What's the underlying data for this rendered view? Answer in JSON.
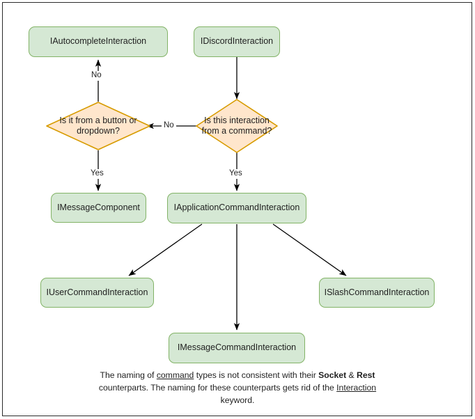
{
  "diagram": {
    "type": "flowchart",
    "title": "Discord interaction type hierarchy decision flow",
    "colors": {
      "box_fill": "#d5e8d4",
      "box_stroke": "#82b366",
      "diamond_fill": "#ffe6cc",
      "diamond_stroke": "#d79b00",
      "edge_stroke": "#000000",
      "canvas_background": "#ffffff",
      "frame_stroke": "#2b2b2b",
      "text": "#1f1f1f"
    },
    "nodes": [
      {
        "id": "autocomplete",
        "shape": "rounded-rect",
        "label": "IAutocompleteInteraction"
      },
      {
        "id": "discord",
        "shape": "rounded-rect",
        "label": "IDiscordInteraction"
      },
      {
        "id": "button_q",
        "shape": "diamond",
        "label": "Is it from a button or dropdown?"
      },
      {
        "id": "command_q",
        "shape": "diamond",
        "label": "Is this interaction from a command?"
      },
      {
        "id": "messagecomp",
        "shape": "rounded-rect",
        "label": "IMessageComponent"
      },
      {
        "id": "appcommand",
        "shape": "rounded-rect",
        "label": "IApplicationCommandInteraction"
      },
      {
        "id": "usercommand",
        "shape": "rounded-rect",
        "label": "IUserCommandInteraction"
      },
      {
        "id": "msgcommand",
        "shape": "rounded-rect",
        "label": "IMessageCommandInteraction"
      },
      {
        "id": "slashcommand",
        "shape": "rounded-rect",
        "label": "ISlashCommandInteraction"
      }
    ],
    "edges": [
      {
        "from": "discord",
        "to": "command_q",
        "label": ""
      },
      {
        "from": "command_q",
        "to": "button_q",
        "label": "No"
      },
      {
        "from": "command_q",
        "to": "appcommand",
        "label": "Yes"
      },
      {
        "from": "button_q",
        "to": "autocomplete",
        "label": "No"
      },
      {
        "from": "button_q",
        "to": "messagecomp",
        "label": "Yes"
      },
      {
        "from": "appcommand",
        "to": "usercommand",
        "label": ""
      },
      {
        "from": "appcommand",
        "to": "msgcommand",
        "label": ""
      },
      {
        "from": "appcommand",
        "to": "slashcommand",
        "label": ""
      }
    ],
    "edge_labels": {
      "no_up": "No",
      "no_left": "No",
      "yes_left": "Yes",
      "yes_right": "Yes"
    },
    "footnote": {
      "line1_a": "The naming of ",
      "line1_u": "command",
      "line1_b": " types is not consistent with their",
      "line2_a": "Socket",
      "line2_amp": " & ",
      "line2_b": "Rest",
      "line2_c": " counterparts. The naming for these",
      "line3_a": "counterparts gets rid of the ",
      "line3_u": "Interaction",
      "line3_b": " keyword."
    }
  }
}
